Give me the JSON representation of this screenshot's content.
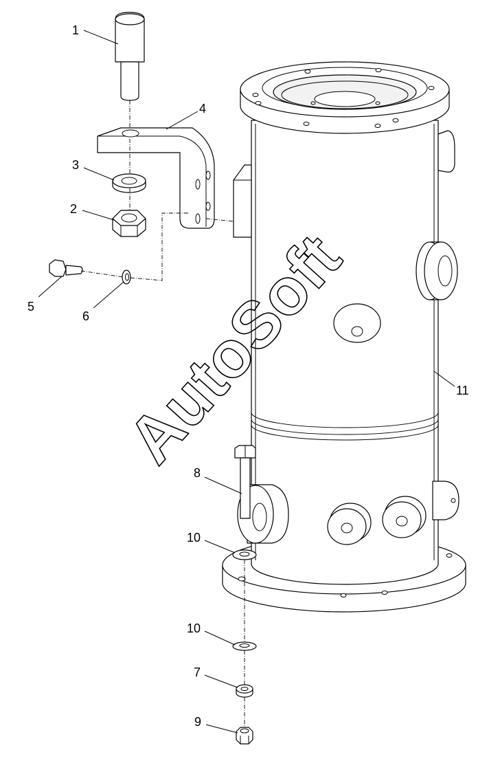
{
  "watermark": "AutoSoft",
  "callouts": {
    "c1": "1",
    "c2": "2",
    "c3": "3",
    "c4": "4",
    "c5": "5",
    "c6": "6",
    "c7": "7",
    "c8": "8",
    "c9": "9",
    "c10a": "10",
    "c10b": "10",
    "c11": "11"
  }
}
